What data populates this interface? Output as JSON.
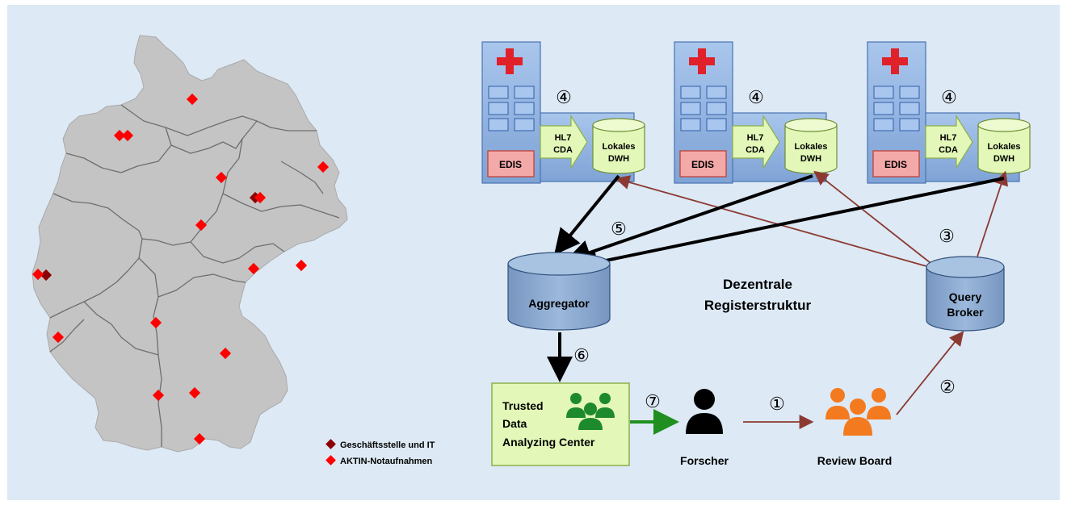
{
  "colors": {
    "background": "#dde9f5",
    "map_fill": "#c4c4c4",
    "hospital": "#7fa8dc",
    "edis": "#f4a9a9",
    "dwh": "#e3f7b8",
    "db": "#8aa9d0",
    "tdac": "#e3f7b8",
    "people_green": "#1e8a2e",
    "people_orange": "#f47a1f",
    "arrow_red": "#8b3a32",
    "arrow_green": "#1f8f1f",
    "marker_dark": "#8b0000",
    "marker_red": "#ff0000"
  },
  "legend": {
    "head_office": "Geschäftsstelle und IT",
    "emergency_departments": "AKTIN-Notaufnahmen"
  },
  "hospitals": [
    {
      "edis": "EDIS",
      "hl7_line1": "HL7",
      "hl7_line2": "CDA",
      "dwh_line1": "Lokales",
      "dwh_line2": "DWH",
      "step": "④"
    },
    {
      "edis": "EDIS",
      "hl7_line1": "HL7",
      "hl7_line2": "CDA",
      "dwh_line1": "Lokales",
      "dwh_line2": "DWH",
      "step": "④"
    },
    {
      "edis": "EDIS",
      "hl7_line1": "HL7",
      "hl7_line2": "CDA",
      "dwh_line1": "Lokales",
      "dwh_line2": "DWH",
      "step": "④"
    }
  ],
  "steps": {
    "s1": "①",
    "s2": "②",
    "s3": "③",
    "s5": "⑤",
    "s6": "⑥",
    "s7": "⑦"
  },
  "aggregator": "Aggregator",
  "center_title": {
    "line1": "Dezentrale",
    "line2": "Registerstruktur"
  },
  "query_broker": {
    "line1": "Query",
    "line2": "Broker"
  },
  "tdac": {
    "line1": "Trusted",
    "line2": "Data",
    "line3": "Analyzing Center"
  },
  "researcher": "Forscher",
  "review_board": "Review Board"
}
